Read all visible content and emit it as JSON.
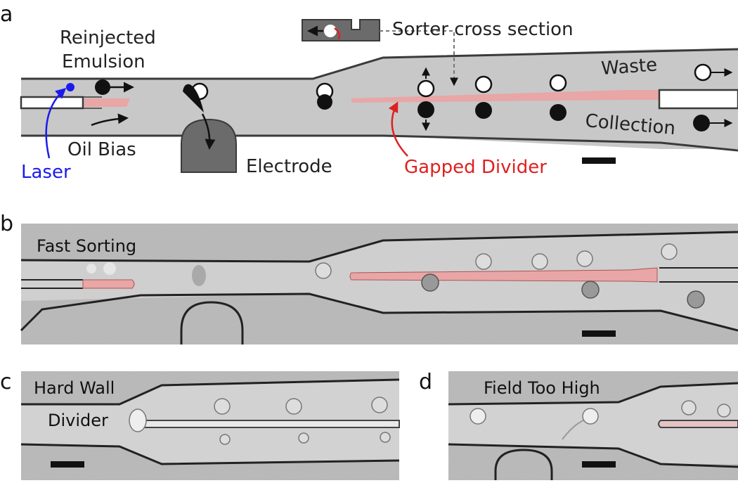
{
  "panels": {
    "a": {
      "letter": "a",
      "labels": {
        "reinjected_1": "Reinjected",
        "reinjected_2": "Emulsion",
        "oil_bias": "Oil Bias",
        "laser": "Laser",
        "electrode": "Electrode",
        "gapped_divider": "Gapped Divider",
        "sorter_cross_section": "Sorter cross section",
        "waste": "Waste",
        "collection": "Collection"
      }
    },
    "b": {
      "letter": "b",
      "title": "Fast Sorting"
    },
    "c": {
      "letter": "c",
      "title_1": "Hard Wall",
      "title_2": "Divider"
    },
    "d": {
      "letter": "d",
      "title": "Field Too High"
    }
  },
  "colors": {
    "channel": "#c8c8c8",
    "channel_edge": "#3c3c3c",
    "divider": "#e8a6a6",
    "laser": "#1a1aee",
    "gapped_divider": "#e02020",
    "electrode": "#6b6b6b"
  }
}
